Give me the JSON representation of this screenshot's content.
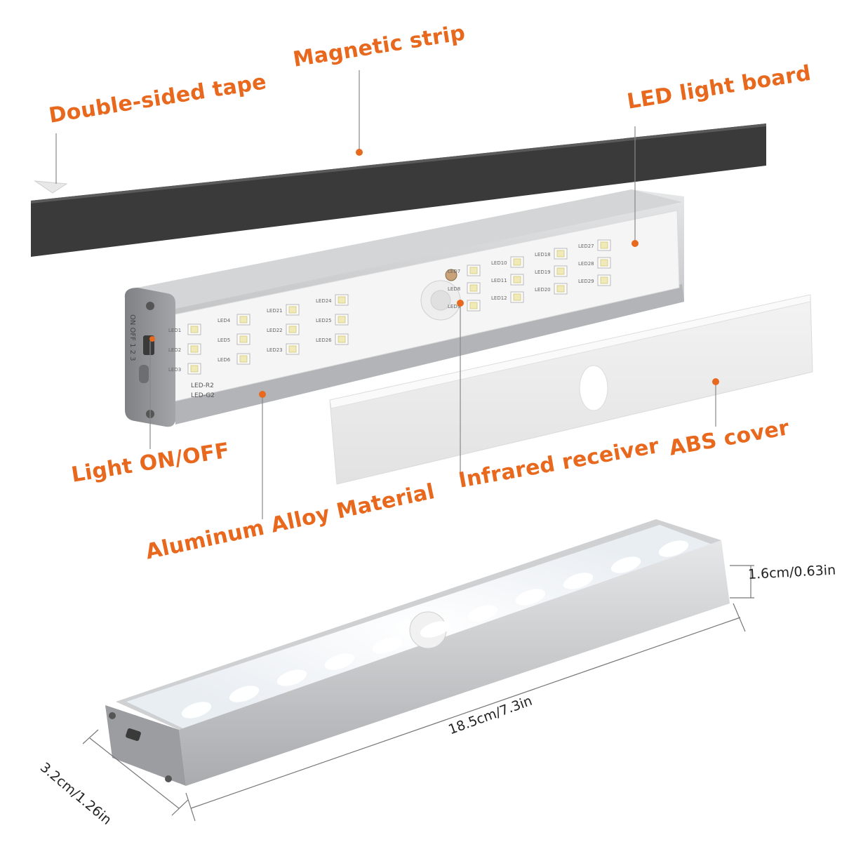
{
  "callouts": {
    "double_sided_tape": "Double-sided tape",
    "magnetic_strip": "Magnetic strip",
    "led_light_board": "LED light board",
    "light_on_off": "Light ON/OFF",
    "aluminum_alloy": "Aluminum Alloy Material",
    "infrared_receiver": "Infrared receiver",
    "abs_cover": "ABS cover"
  },
  "dimensions": {
    "height": "1.6cm/0.63in",
    "length": "18.5cm/7.3in",
    "width": "3.2cm/1.26in"
  },
  "pcb_labels": {
    "leds_left": [
      "LED1",
      "LED2",
      "LED3",
      "LED4",
      "LED5",
      "LED6",
      "LED21",
      "LED22",
      "LED23",
      "LED24",
      "LED25",
      "LED26"
    ],
    "leds_right": [
      "LED7",
      "LED8",
      "LED9",
      "LED10",
      "LED11",
      "LED12",
      "LED18",
      "LED19",
      "LED20",
      "LED27",
      "LED28",
      "LED29"
    ],
    "ref_r2": "LED-R2",
    "ref_g2": "LED-G2",
    "switch_marks": "ON OFF 1 2 3"
  },
  "colors": {
    "accent": "#E8691E",
    "tape": "#3a3a3a",
    "aluminum": "#c9cacc",
    "end_cap": "#8d8f92",
    "pcb": "#f4f4f4"
  }
}
